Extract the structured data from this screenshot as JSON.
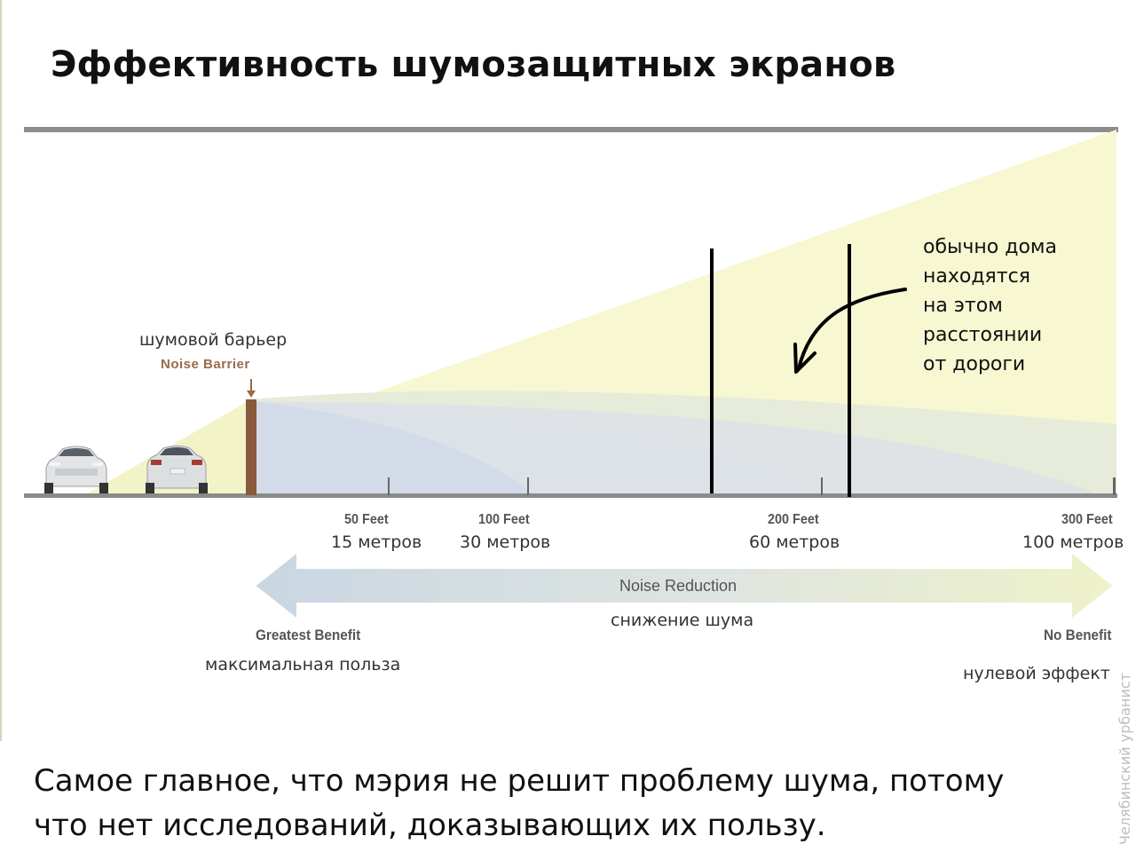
{
  "title": "Эффективность шумозащитных экранов",
  "barrier": {
    "label_ru": "шумовой барьер",
    "label_en": "Noise Barrier"
  },
  "ticks": [
    {
      "feet": "50 Feet",
      "meters": "15 метров"
    },
    {
      "feet": "100 Feet",
      "meters": "30 метров"
    },
    {
      "feet": "200 Feet",
      "meters": "60 метров"
    },
    {
      "feet": "300 Feet",
      "meters": "100 метров"
    }
  ],
  "arrow": {
    "label_en": "Noise Reduction",
    "label_ru": "снижение шума",
    "left_en": "Greatest Benefit",
    "left_ru": "максимальная польза",
    "right_en": "No Benefit",
    "right_ru": "нулевой эффект"
  },
  "annotation": {
    "lines": [
      "обычно дома",
      "находятся",
      "на этом",
      "расстоянии",
      "от дороги"
    ]
  },
  "bottom_text": {
    "line1": "Самое главное, что мэрия не решит проблему шума, потому",
    "line2": "что нет исследований, доказывающих их пользу."
  },
  "watermark": "Челябинский урбанист",
  "colors": {
    "noise_cone": "#f6f6cf",
    "shadow_zone": "#dfe6ea",
    "barrier": "#8a5a3c",
    "road": "#888888"
  }
}
